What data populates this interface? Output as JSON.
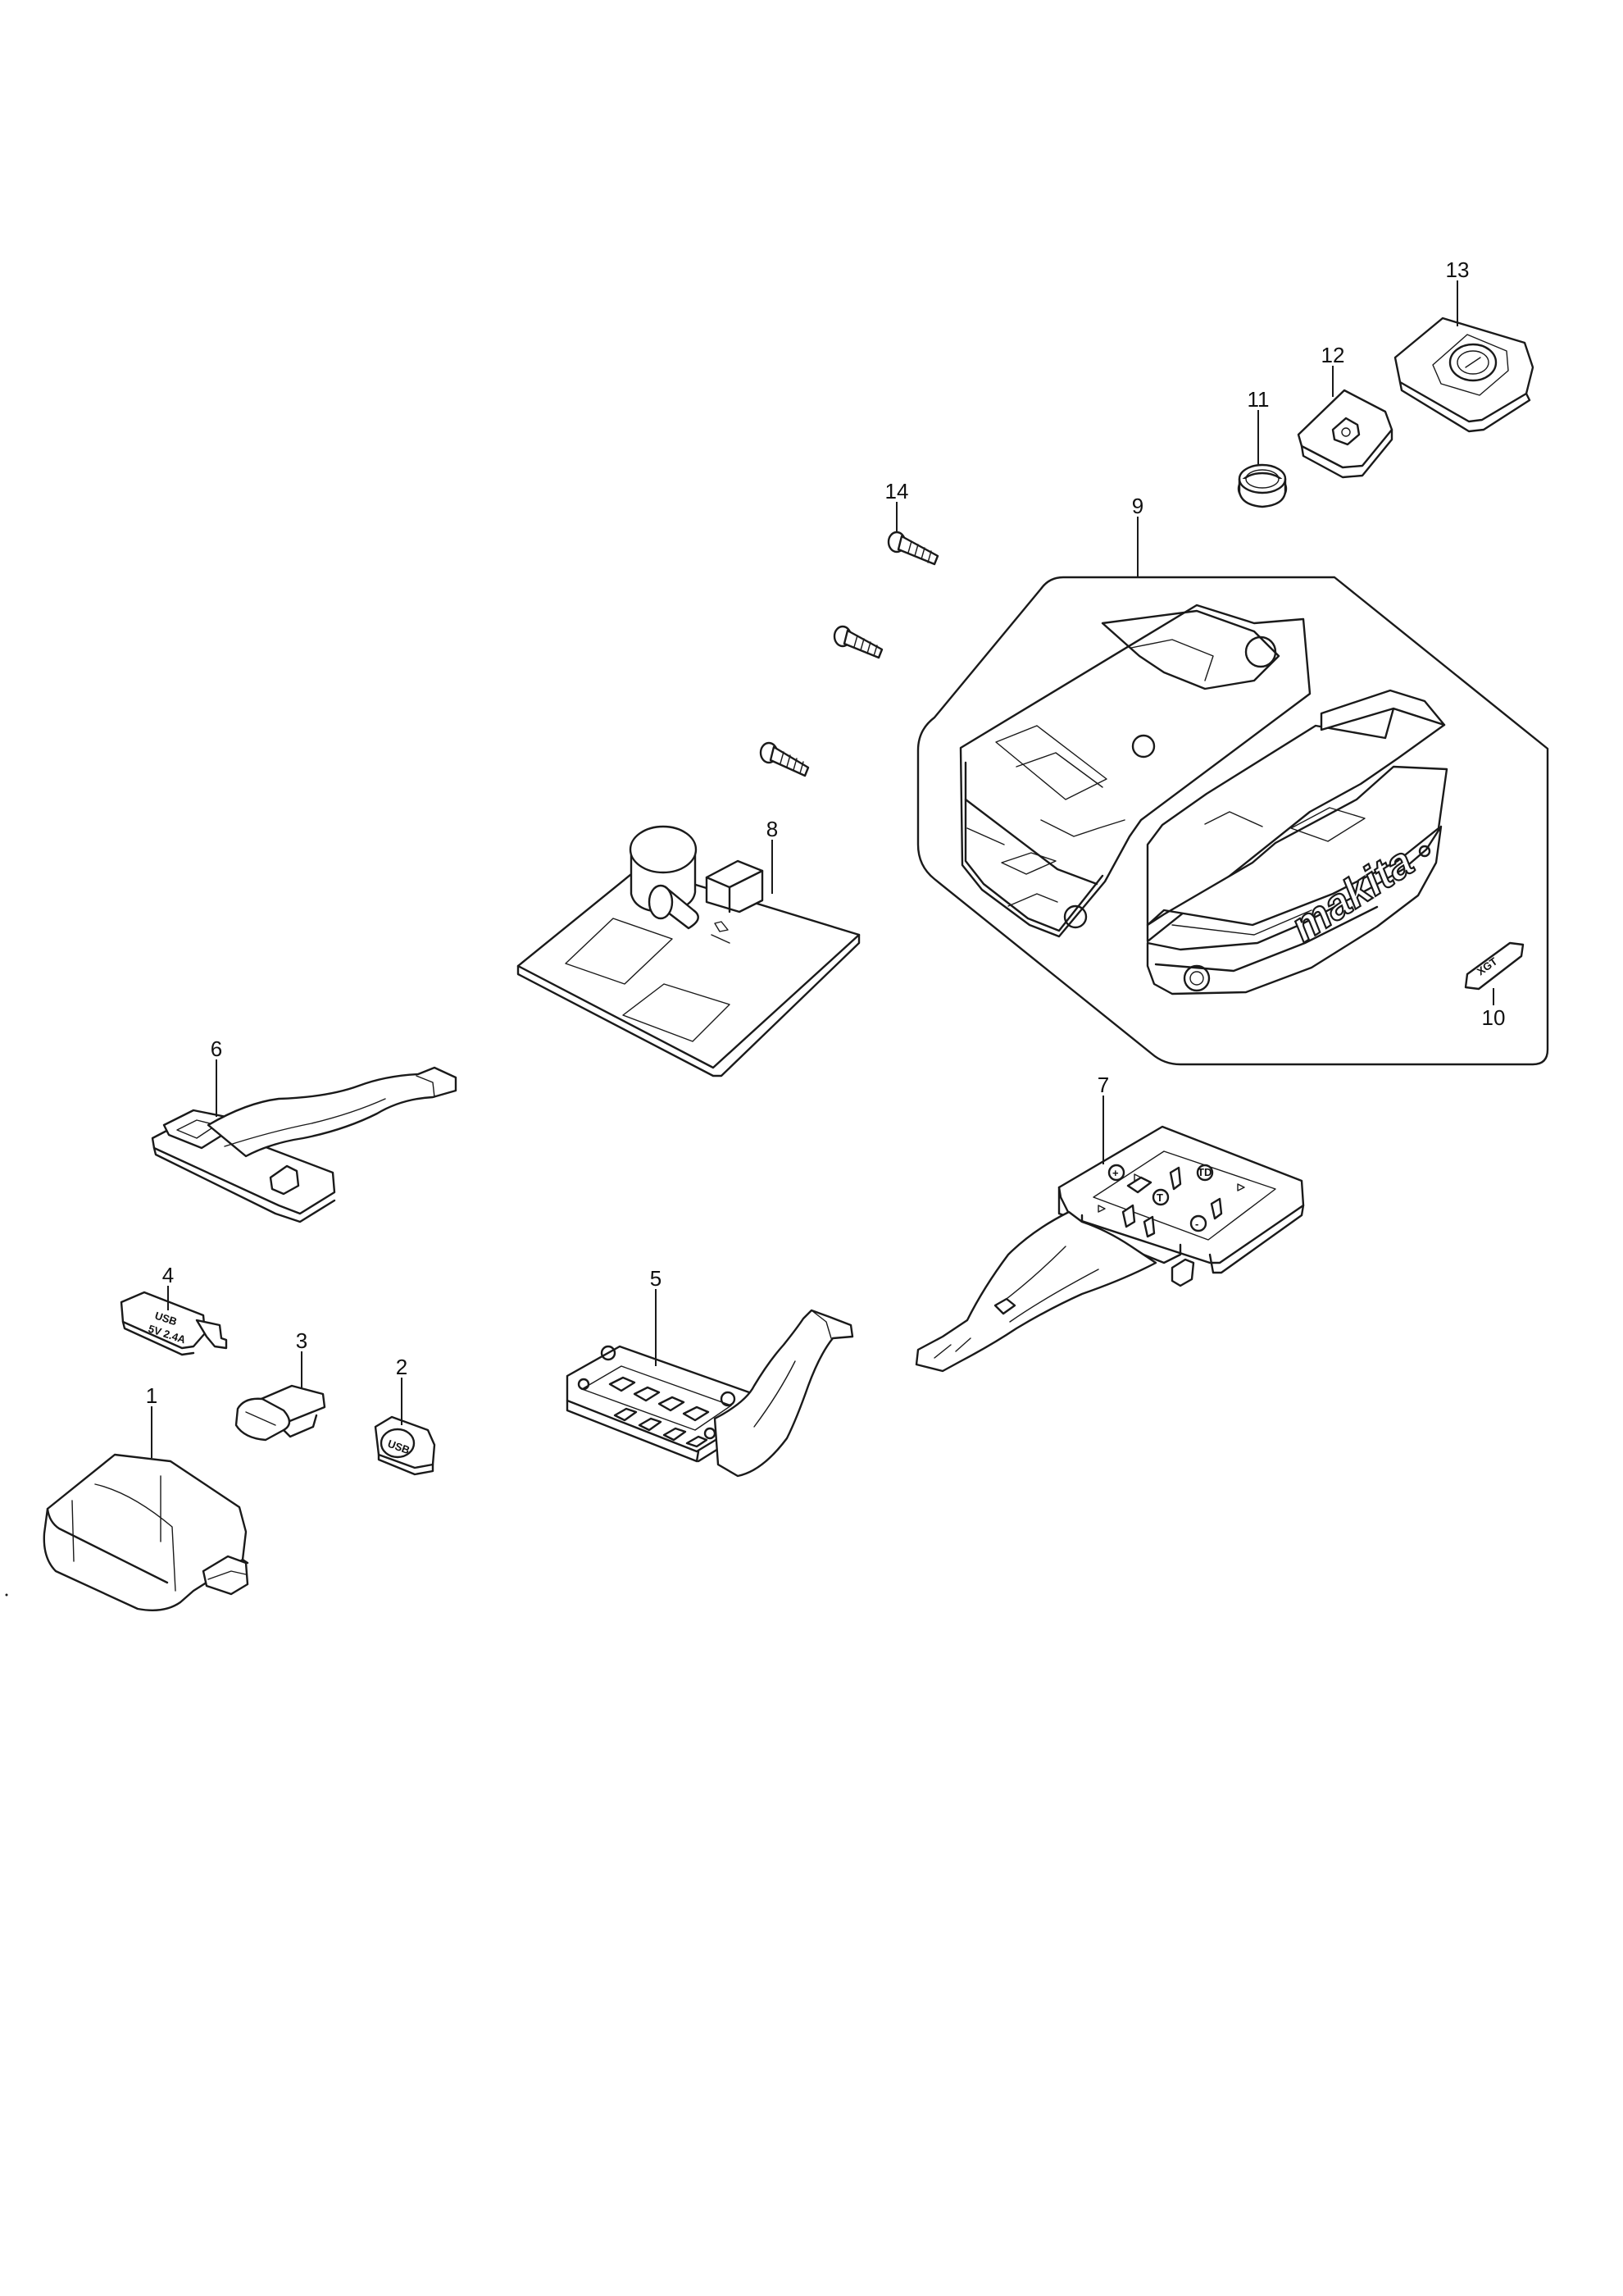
{
  "labels": {
    "p1": "1",
    "p2": "2",
    "p3": "3",
    "p4": "4",
    "p5": "5",
    "p6": "6",
    "p7": "7",
    "p8": "8",
    "p9": "9",
    "p10": "10",
    "p11": "11",
    "p12": "12",
    "p13": "13",
    "p14": "14"
  },
  "printed": {
    "brand_logo": "makita",
    "port_text_line1": "USB",
    "port_text_line2": "5V 2.4A",
    "button_text": "USB",
    "badge_text": "XGT",
    "terminal_marks": [
      "TD",
      "T",
      "+",
      "-"
    ]
  },
  "colors": {
    "line": "#1a1a1a",
    "background": "#ffffff"
  }
}
